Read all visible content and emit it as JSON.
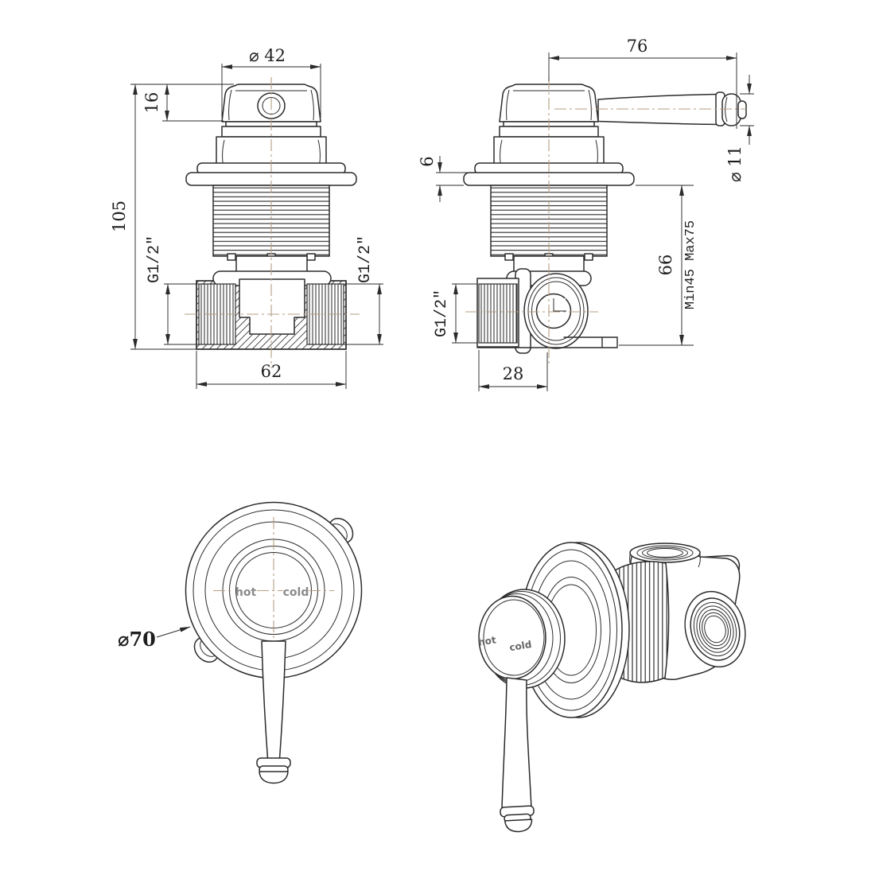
{
  "drawing": {
    "type": "technical-drawing",
    "subject": "concealed wall mixer valve",
    "background": "#ffffff",
    "colors": {
      "line": "#2b2b2b",
      "centerline": "#b59e83",
      "label_gray": "#8a8a8a"
    },
    "views": {
      "front": {
        "dims": {
          "diameter": "⌀ 42",
          "cap_height": "16",
          "overall_height": "105",
          "left_port_thread": "G1/2\"",
          "right_port_thread": "G1/2\"",
          "body_width": "62"
        }
      },
      "side": {
        "dims": {
          "handle_length": "76",
          "handle_tip_diameter": "⌀ 11",
          "flange_thickness": "6",
          "install_height": "66",
          "depth_range": "Min45  Max75",
          "port_center_depth": "28",
          "port_thread": "G1/2\""
        }
      },
      "trim_front": {
        "dims": {
          "plate_diameter": "⌀70"
        },
        "labels": {
          "hot": "hot",
          "cold": "cold"
        }
      },
      "iso": {
        "labels": {
          "hot": "hot",
          "cold": "cold"
        }
      }
    }
  }
}
